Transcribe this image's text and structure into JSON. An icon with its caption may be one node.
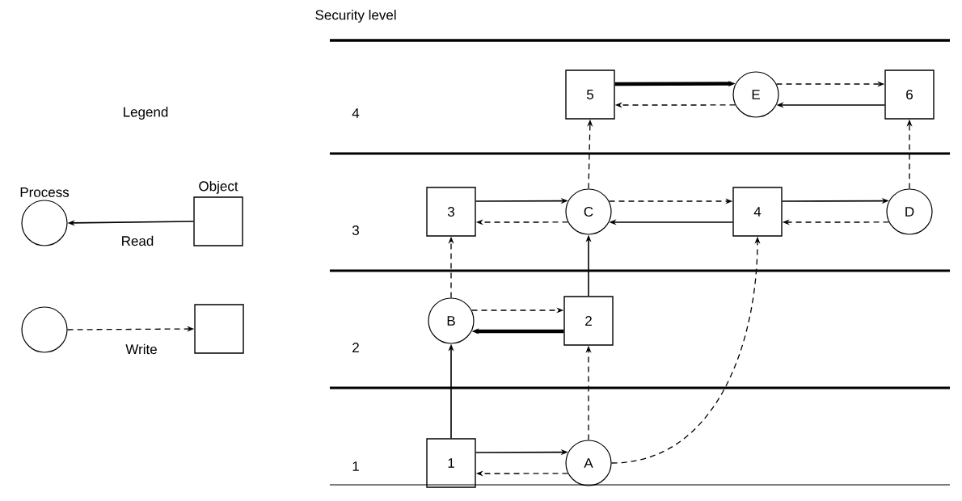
{
  "diagram": {
    "nodes": [
      {
        "text": [
          "Process"
        ]
      },
      {
        "text": [
          "Object"
        ]
      },
      {
        "text": [],
        "shape": "circle"
      },
      {
        "text": [],
        "shape": "box"
      },
      {
        "text": [
          "5"
        ]
      },
      {
        "text": [
          "E"
        ]
      },
      {
        "text": [
          "6"
        ]
      },
      {
        "text": [
          "3"
        ]
      },
      {
        "text": [
          "C"
        ]
      },
      {
        "text": [
          "4"
        ]
      },
      {
        "text": [
          "D"
        ]
      },
      {
        "text": [
          "B"
        ]
      },
      {
        "text": [
          "2"
        ]
      },
      {
        "text": [
          "1"
        ]
      },
      {
        "text": [
          "A"
        ]
      }
    ],
    "edges": [
      {
        "from": 1,
        "to": 0,
        "arrow": "to",
        "label": "Read"
      },
      {
        "from": 2,
        "to": 3,
        "arrow": "to",
        "label": "Write",
        "style": "dashed"
      },
      {
        "from": 4,
        "to": 5,
        "arrow": "to",
        "style": "thick"
      },
      {
        "from": 5,
        "to": 4,
        "arrow": "to",
        "style": "dashed"
      },
      {
        "from": 5,
        "to": 6,
        "arrow": "to",
        "style": "dashed"
      },
      {
        "from": 6,
        "to": 5,
        "arrow": "to"
      },
      {
        "from": 7,
        "to": 8,
        "arrow": "to"
      },
      {
        "from": 8,
        "to": 7,
        "arrow": "to",
        "style": "dashed"
      },
      {
        "from": 8,
        "to": 9,
        "arrow": "to",
        "style": "dashed"
      },
      {
        "from": 9,
        "to": 8,
        "arrow": "to"
      },
      {
        "from": 9,
        "to": 10,
        "arrow": "to"
      },
      {
        "from": 10,
        "to": 9,
        "arrow": "to",
        "style": "dashed"
      },
      {
        "from": 8,
        "to": 4,
        "arrow": "to",
        "style": "dashed"
      },
      {
        "from": 10,
        "to": 6,
        "arrow": "to",
        "style": "dashed"
      },
      {
        "from": 11,
        "to": 7,
        "arrow": "to",
        "style": "dashed"
      },
      {
        "from": 12,
        "to": 8,
        "arrow": "to"
      },
      {
        "from": 11,
        "to": 12,
        "arrow": "to",
        "style": "dashed"
      },
      {
        "from": 12,
        "to": 11,
        "arrow": "to",
        "style": "thick"
      },
      {
        "from": 13,
        "to": 11,
        "arrow": "to"
      },
      {
        "from": 14,
        "to": 12,
        "arrow": "to",
        "style": "dashed"
      },
      {
        "from": 13,
        "to": 14,
        "arrow": "to"
      },
      {
        "from": 14,
        "to": 13,
        "arrow": "to",
        "style": "dashed"
      },
      {
        "from": 14,
        "to": 9,
        "arrow": "to",
        "style": "dashed"
      }
    ],
    "labels": [
      "Security level",
      "Legend",
      "4",
      "3",
      "2",
      "1"
    ]
  }
}
